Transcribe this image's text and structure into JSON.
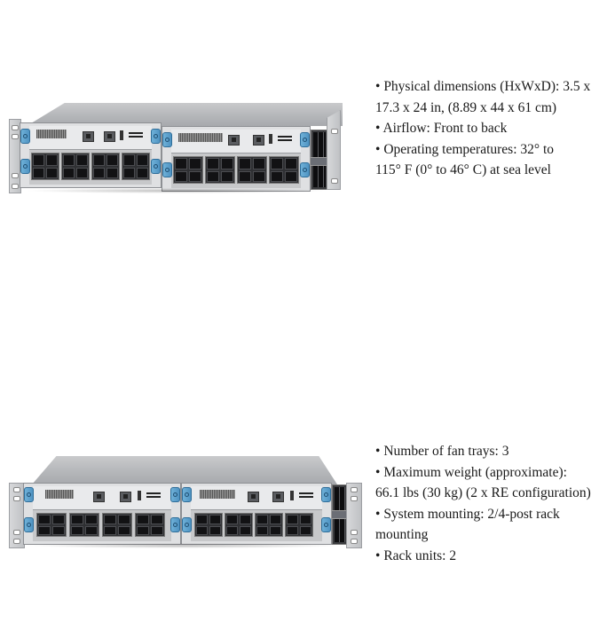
{
  "sections": [
    {
      "image": {
        "alt": "Rack-mounted router, angled front view with two line-card modules",
        "view": "angled",
        "colors": {
          "chassis": "#b3b5b8",
          "latch": "#5a9ccb",
          "ports": "#121214"
        }
      },
      "specs": [
        {
          "bullet": "•",
          "text": "Physical dimensions (HxWxD): 3.5 x",
          "continuation": "17.3 x 24 in, (8.89 x 44 x 61 cm)"
        },
        {
          "bullet": "•",
          "text": "Airflow: Front to back"
        },
        {
          "bullet": "•",
          "text": "Operating temperatures: 32° to",
          "continuation": "115° F (0° to 46° C) at sea level"
        }
      ]
    },
    {
      "image": {
        "alt": "Rack-mounted router, straight front view with two line-card modules",
        "view": "front",
        "colors": {
          "chassis": "#b3b5b8",
          "latch": "#5a9ccb",
          "ports": "#121214"
        }
      },
      "specs": [
        {
          "bullet": "•",
          "text": "Number of fan trays: 3"
        },
        {
          "bullet": "•",
          "text": "Maximum weight (approximate):",
          "continuation": "66.1 lbs (30 kg) (2 x RE configuration)"
        },
        {
          "bullet": "•",
          "text": "System mounting: 2/4-post rack",
          "continuation": "mounting"
        },
        {
          "bullet": "•",
          "text": "Rack units: 2"
        }
      ]
    }
  ]
}
